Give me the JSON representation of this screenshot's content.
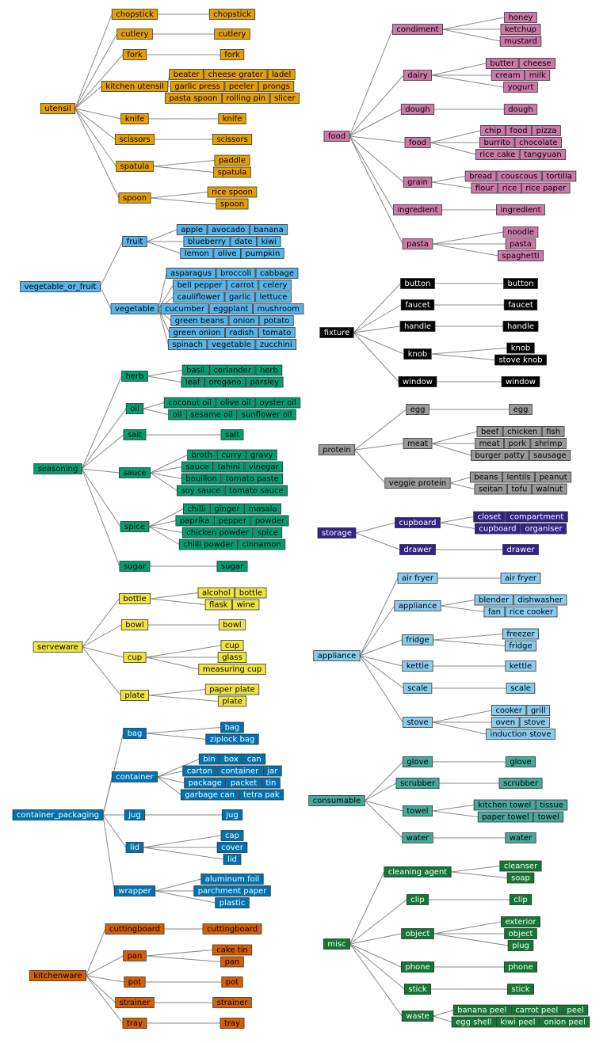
{
  "colors": {
    "utensil": "#E69F00",
    "vegetable_or_fruit": "#56B4E9",
    "seasoning": "#009E73",
    "serveware": "#F0E442",
    "container_packaging": "#0072B2",
    "kitchenware": "#D55E00",
    "food": "#CC79A7",
    "fixture": "#000000",
    "protein": "#999999",
    "storage": "#332288",
    "appliance": "#88CCEE",
    "consumable": "#44AA99",
    "misc": "#117733",
    "edge": "#888888",
    "border": "#333333"
  },
  "trees": [
    {
      "label": "utensil",
      "color": "utensil",
      "text": "dark",
      "children": [
        {
          "label": "chopstick",
          "leaves": [
            [
              "chopstick"
            ]
          ]
        },
        {
          "label": "cutlery",
          "leaves": [
            [
              "cutlery"
            ]
          ]
        },
        {
          "label": "fork",
          "leaves": [
            [
              "fork"
            ]
          ]
        },
        {
          "label": "kitchen utensil",
          "leaves": [
            [
              "beater",
              "cheese grater",
              "ladel"
            ],
            [
              "garlic press",
              "peeler",
              "prongs"
            ],
            [
              "pasta spoon",
              "rolling pin",
              "slicer"
            ]
          ]
        },
        {
          "label": "knife",
          "leaves": [
            [
              "knife"
            ]
          ]
        },
        {
          "label": "scissors",
          "leaves": [
            [
              "scissors"
            ]
          ]
        },
        {
          "label": "spatula",
          "leaves": [
            [
              "paddle"
            ],
            [
              "spatula"
            ]
          ]
        },
        {
          "label": "spoon",
          "leaves": [
            [
              "rice spoon"
            ],
            [
              "spoon"
            ]
          ]
        }
      ]
    },
    {
      "label": "vegetable_or_fruit",
      "color": "vegetable_or_fruit",
      "text": "dark",
      "children": [
        {
          "label": "fruit",
          "leaves": [
            [
              "apple",
              "avocado",
              "banana"
            ],
            [
              "blueberry",
              "date",
              "kiwi"
            ],
            [
              "lemon",
              "olive",
              "pumpkin"
            ]
          ]
        },
        {
          "label": "vegetable",
          "leaves": [
            [
              "asparagus",
              "broccoli",
              "cabbage"
            ],
            [
              "bell pepper",
              "carrot",
              "celery"
            ],
            [
              "cauliflower",
              "garlic",
              "lettuce"
            ],
            [
              "cucumber",
              "eggplant",
              "mushroom"
            ],
            [
              "green beans",
              "onion",
              "potato"
            ],
            [
              "green onion",
              "radish",
              "tomato"
            ],
            [
              "spinach",
              "vegetable",
              "zucchini"
            ]
          ]
        }
      ]
    },
    {
      "label": "seasoning",
      "color": "seasoning",
      "text": "dark",
      "children": [
        {
          "label": "herb",
          "leaves": [
            [
              "basil",
              "coriander",
              "herb"
            ],
            [
              "leaf",
              "oregano",
              "parsley"
            ]
          ]
        },
        {
          "label": "oil",
          "leaves": [
            [
              "coconut oil",
              "olive oil",
              "oyster oil"
            ],
            [
              "oil",
              "sesame oil",
              "sunflower oil"
            ]
          ]
        },
        {
          "label": "salt",
          "leaves": [
            [
              "salt"
            ]
          ]
        },
        {
          "label": "sauce",
          "leaves": [
            [
              "broth",
              "curry",
              "gravy"
            ],
            [
              "sauce",
              "tahini",
              "vinegar"
            ],
            [
              "bouillon",
              "tomato paste"
            ],
            [
              "soy sauce",
              "tomato sauce"
            ]
          ]
        },
        {
          "label": "spice",
          "leaves": [
            [
              "chilli",
              "ginger",
              "masala"
            ],
            [
              "paprika",
              "pepper",
              "powder"
            ],
            [
              "chicken powder",
              "spice"
            ],
            [
              "chilli powder",
              "cinnamon"
            ]
          ]
        },
        {
          "label": "sugar",
          "leaves": [
            [
              "sugar"
            ]
          ]
        }
      ]
    },
    {
      "label": "serveware",
      "color": "serveware",
      "text": "dark",
      "children": [
        {
          "label": "bottle",
          "leaves": [
            [
              "alcohol",
              "bottle"
            ],
            [
              "flask",
              "wine"
            ]
          ]
        },
        {
          "label": "bowl",
          "leaves": [
            [
              "bowl"
            ]
          ]
        },
        {
          "label": "cup",
          "leaves": [
            [
              "cup"
            ],
            [
              "glass"
            ],
            [
              "measuring cup"
            ]
          ]
        },
        {
          "label": "plate",
          "leaves": [
            [
              "paper plate"
            ],
            [
              "plate"
            ]
          ]
        }
      ]
    },
    {
      "label": "container_packaging",
      "color": "container_packaging",
      "text": "light",
      "children": [
        {
          "label": "bag",
          "leaves": [
            [
              "bag"
            ],
            [
              "ziplock bag"
            ]
          ]
        },
        {
          "label": "container",
          "leaves": [
            [
              "bin",
              "box",
              "can"
            ],
            [
              "carton",
              "container",
              "jar"
            ],
            [
              "package",
              "packet",
              "tin"
            ],
            [
              "garbage can",
              "tetra pak"
            ]
          ]
        },
        {
          "label": "jug",
          "leaves": [
            [
              "jug"
            ]
          ]
        },
        {
          "label": "lid",
          "leaves": [
            [
              "cap"
            ],
            [
              "cover"
            ],
            [
              "lid"
            ]
          ]
        },
        {
          "label": "wrapper",
          "leaves": [
            [
              "aluminum foil"
            ],
            [
              "parchment paper"
            ],
            [
              "plastic"
            ]
          ]
        }
      ]
    },
    {
      "label": "kitchenware",
      "color": "kitchenware",
      "text": "dark",
      "children": [
        {
          "label": "cuttingboard",
          "leaves": [
            [
              "cuttingboard"
            ]
          ]
        },
        {
          "label": "pan",
          "leaves": [
            [
              "cake tin"
            ],
            [
              "pan"
            ]
          ]
        },
        {
          "label": "pot",
          "leaves": [
            [
              "pot"
            ]
          ]
        },
        {
          "label": "strainer",
          "leaves": [
            [
              "strainer"
            ]
          ]
        },
        {
          "label": "tray",
          "leaves": [
            [
              "tray"
            ]
          ]
        }
      ]
    },
    {
      "label": "food",
      "color": "food",
      "text": "dark",
      "children": [
        {
          "label": "condiment",
          "leaves": [
            [
              "honey"
            ],
            [
              "ketchup"
            ],
            [
              "mustard"
            ]
          ]
        },
        {
          "label": "dairy",
          "leaves": [
            [
              "butter",
              "cheese"
            ],
            [
              "cream",
              "milk"
            ],
            [
              "yogurt"
            ]
          ]
        },
        {
          "label": "dough",
          "leaves": [
            [
              "dough"
            ]
          ]
        },
        {
          "label": "food",
          "leaves": [
            [
              "chip",
              "food",
              "pizza"
            ],
            [
              "burrito",
              "chocolate"
            ],
            [
              "rice cake",
              "tangyuan"
            ]
          ]
        },
        {
          "label": "grain",
          "leaves": [
            [
              "bread",
              "couscous",
              "tortilla"
            ],
            [
              "flour",
              "rice",
              "rice paper"
            ]
          ]
        },
        {
          "label": "ingredient",
          "leaves": [
            [
              "ingredient"
            ]
          ]
        },
        {
          "label": "pasta",
          "leaves": [
            [
              "noodle"
            ],
            [
              "pasta"
            ],
            [
              "spaghetti"
            ]
          ]
        }
      ]
    },
    {
      "label": "fixture",
      "color": "fixture",
      "text": "light",
      "children": [
        {
          "label": "button",
          "leaves": [
            [
              "button"
            ]
          ]
        },
        {
          "label": "faucet",
          "leaves": [
            [
              "faucet"
            ]
          ]
        },
        {
          "label": "handle",
          "leaves": [
            [
              "handle"
            ]
          ]
        },
        {
          "label": "knob",
          "leaves": [
            [
              "knob"
            ],
            [
              "stove knob"
            ]
          ]
        },
        {
          "label": "window",
          "leaves": [
            [
              "window"
            ]
          ]
        }
      ]
    },
    {
      "label": "protein",
      "color": "protein",
      "text": "dark",
      "children": [
        {
          "label": "egg",
          "leaves": [
            [
              "egg"
            ]
          ]
        },
        {
          "label": "meat",
          "leaves": [
            [
              "beef",
              "chicken",
              "fish"
            ],
            [
              "meat",
              "pork",
              "shrimp"
            ],
            [
              "burger patty",
              "sausage"
            ]
          ]
        },
        {
          "label": "veggie protein",
          "leaves": [
            [
              "beans",
              "lentils",
              "peanut"
            ],
            [
              "seitan",
              "tofu",
              "walnut"
            ]
          ]
        }
      ]
    },
    {
      "label": "storage",
      "color": "storage",
      "text": "light",
      "children": [
        {
          "label": "cupboard",
          "leaves": [
            [
              "closet",
              "compartment"
            ],
            [
              "cupboard",
              "organiser"
            ]
          ]
        },
        {
          "label": "drawer",
          "leaves": [
            [
              "drawer"
            ]
          ]
        }
      ]
    },
    {
      "label": "appliance",
      "color": "appliance",
      "text": "dark",
      "children": [
        {
          "label": "air fryer",
          "leaves": [
            [
              "air fryer"
            ]
          ]
        },
        {
          "label": "appliance",
          "leaves": [
            [
              "blender",
              "dishwasher"
            ],
            [
              "fan",
              "rice cooker"
            ]
          ]
        },
        {
          "label": "fridge",
          "leaves": [
            [
              "freezer"
            ],
            [
              "fridge"
            ]
          ]
        },
        {
          "label": "kettle",
          "leaves": [
            [
              "kettle"
            ]
          ]
        },
        {
          "label": "scale",
          "leaves": [
            [
              "scale"
            ]
          ]
        },
        {
          "label": "stove",
          "leaves": [
            [
              "cooker",
              "grill"
            ],
            [
              "oven",
              "stove"
            ],
            [
              "induction stove"
            ]
          ]
        }
      ]
    },
    {
      "label": "consumable",
      "color": "consumable",
      "text": "dark",
      "children": [
        {
          "label": "glove",
          "leaves": [
            [
              "glove"
            ]
          ]
        },
        {
          "label": "scrubber",
          "leaves": [
            [
              "scrubber"
            ]
          ]
        },
        {
          "label": "towel",
          "leaves": [
            [
              "kitchen towel",
              "tissue"
            ],
            [
              "paper towel",
              "towel"
            ]
          ]
        },
        {
          "label": "water",
          "leaves": [
            [
              "water"
            ]
          ]
        }
      ]
    },
    {
      "label": "misc",
      "color": "misc",
      "text": "light",
      "children": [
        {
          "label": "cleaning agent",
          "leaves": [
            [
              "cleanser"
            ],
            [
              "soap"
            ]
          ]
        },
        {
          "label": "clip",
          "leaves": [
            [
              "clip"
            ]
          ]
        },
        {
          "label": "object",
          "leaves": [
            [
              "exterior"
            ],
            [
              "object"
            ],
            [
              "plug"
            ]
          ]
        },
        {
          "label": "phone",
          "leaves": [
            [
              "phone"
            ]
          ]
        },
        {
          "label": "stick",
          "leaves": [
            [
              "stick"
            ]
          ]
        },
        {
          "label": "waste",
          "leaves": [
            [
              "banana peel",
              "carrot peel",
              "peel"
            ],
            [
              "egg shell",
              "kiwi peel",
              "onion peel"
            ]
          ]
        }
      ]
    }
  ]
}
